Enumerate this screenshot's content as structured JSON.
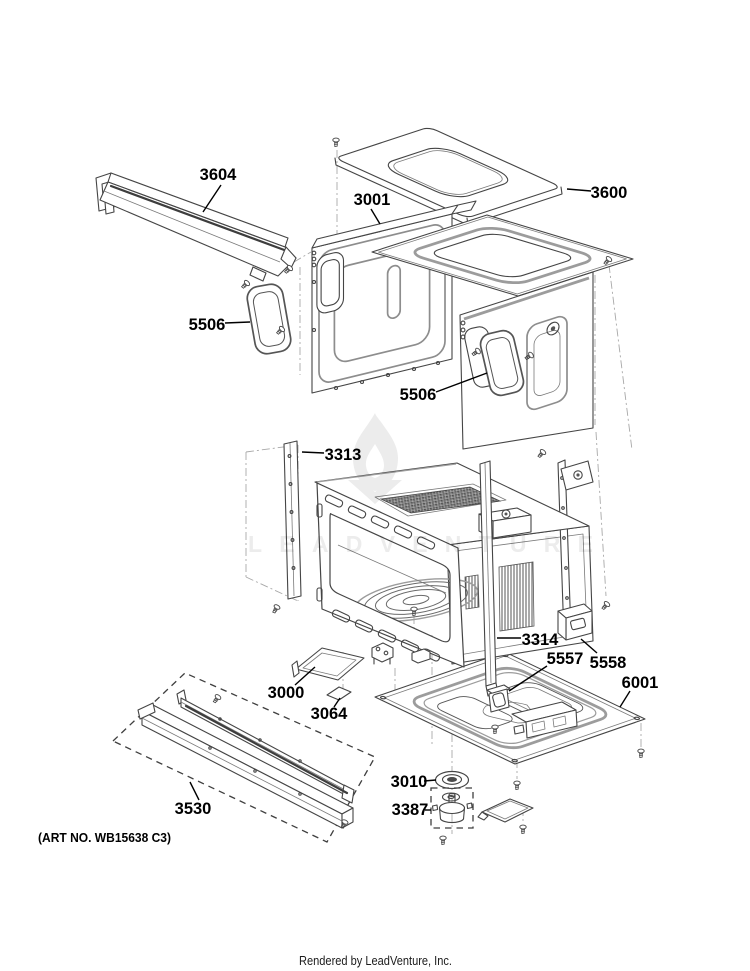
{
  "page": {
    "background": "#ffffff",
    "art_no": "(ART NO. WB15638 C3)",
    "footer_credit": "Rendered by LeadVenture, Inc.",
    "watermark": {
      "text": "LEADVENTURE",
      "logo": "flame-v-logo",
      "color": "#ececec"
    },
    "diagram_type": "exploded-parts-diagram"
  },
  "callouts": [
    {
      "part": "3604"
    },
    {
      "part": "3001"
    },
    {
      "part": "3600"
    },
    {
      "part": "5506"
    },
    {
      "part": "5506"
    },
    {
      "part": "3313"
    },
    {
      "part": "3314"
    },
    {
      "part": "5557"
    },
    {
      "part": "5558"
    },
    {
      "part": "6001"
    },
    {
      "part": "3000"
    },
    {
      "part": "3064"
    },
    {
      "part": "3530"
    },
    {
      "part": "3010"
    },
    {
      "part": "3387"
    }
  ]
}
